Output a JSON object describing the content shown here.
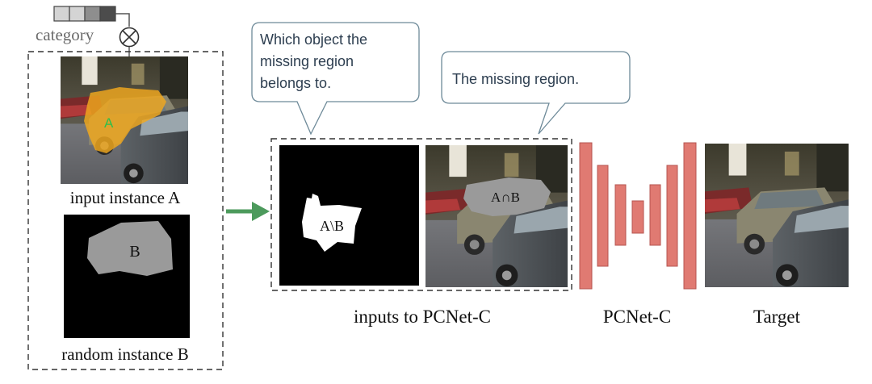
{
  "category_label": "category",
  "operator_glyph": "⊗",
  "category_vector_colors": [
    "#d4d4d4",
    "#d4d4d4",
    "#8e8e8e",
    "#4c4c4c"
  ],
  "instance_a": {
    "caption": "input instance A",
    "mask_letter": "A"
  },
  "instance_b": {
    "caption": "random instance B",
    "mask_letter": "B"
  },
  "callout_object": {
    "lines": [
      "Which object  the",
      "missing region",
      "belongs to."
    ]
  },
  "callout_region": {
    "lines": [
      "The missing region."
    ]
  },
  "mask_diff_label": "A\\B",
  "intersection_label": "A∩B",
  "inputs_caption": "inputs to PCNet-C",
  "network_caption": "PCNet-C",
  "target_caption": "Target",
  "colors": {
    "network_bars": "#e07a72",
    "network_bar_stroke": "#b65450",
    "arrow": "#4c9a5c",
    "mask_overlay": "#f2a81d",
    "mask_letter": "#2fbf4a",
    "mask_gray": "#9a9a9a",
    "bubble_border": "#6e8a99"
  }
}
